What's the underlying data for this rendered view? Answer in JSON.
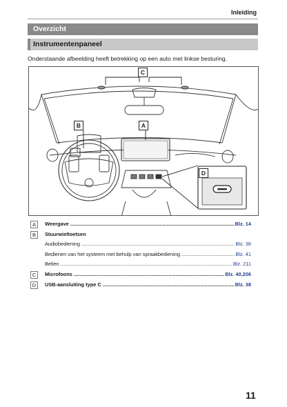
{
  "header": {
    "chapter": "Inleiding"
  },
  "sections": {
    "overview": "Overzicht",
    "subsection": "Instrumentenpaneel"
  },
  "intro": "Onderstaande afbeelding heeft betrekking op een auto met linkse besturing.",
  "figure": {
    "callouts": {
      "a": "A",
      "b": "B",
      "c": "C",
      "d": "D"
    }
  },
  "legend": [
    {
      "letter": "A",
      "label": "Weergave",
      "page": "Blz. 14",
      "bold": true
    },
    {
      "letter": "B",
      "label": "Stuurwieltoetsen",
      "page": "",
      "bold": true
    },
    {
      "letter": "",
      "label": "Audiobediening",
      "page": "Blz. 36",
      "bold": false
    },
    {
      "letter": "",
      "label": "Bedienen van het systeem met behulp van spraakbediening",
      "page": "Blz. 41",
      "bold": false
    },
    {
      "letter": "",
      "label": "Bellen",
      "page": "Blz. 211",
      "bold": false
    },
    {
      "letter": "C",
      "label": "Microfoons",
      "page": "Blz. 40,206",
      "bold": true
    },
    {
      "letter": "D",
      "label": "USB-aansluiting type C",
      "page": "Blz. 38",
      "bold": true
    }
  ],
  "footer": {
    "page_number": "11"
  }
}
